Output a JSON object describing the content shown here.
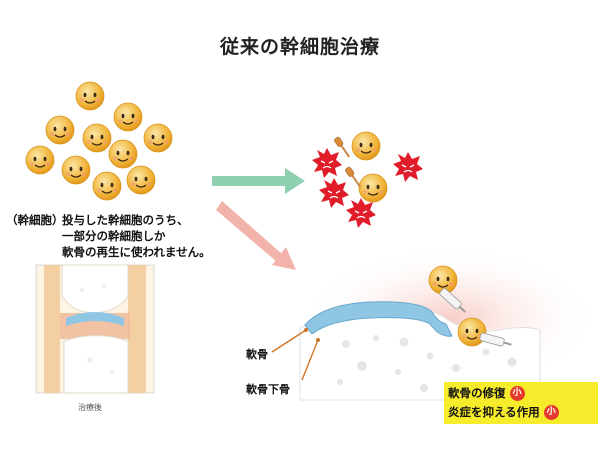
{
  "title": "従来の幹細胞治療",
  "caption": {
    "label": "（幹細胞）",
    "lines": [
      "投与した幹細胞のうち、",
      "一部分の幹細胞しか",
      "軟骨の再生に使われません。"
    ]
  },
  "knee_caption": "治療後",
  "labels": {
    "cartilage": "軟骨",
    "subchondral_bone": "軟骨下骨"
  },
  "results": [
    {
      "text": "軟骨の修復",
      "level": "小"
    },
    {
      "text": "炎症を抑える作用",
      "level": "小"
    }
  ],
  "colors": {
    "cell": "#f1b53a",
    "damaged": "#e21d2a",
    "arrow_green": "#8fd0b0",
    "arrow_pink": "#f2b3aa",
    "cartilage": "#8fc6e4",
    "highlight": "#f7ec2b"
  }
}
